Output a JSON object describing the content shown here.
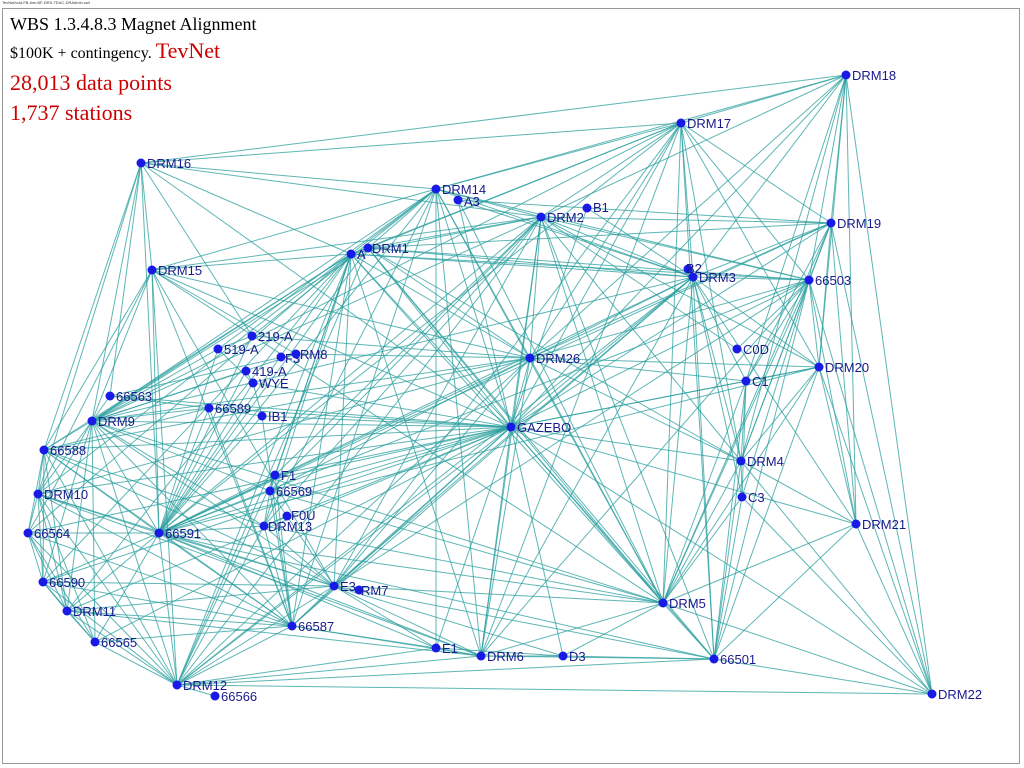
{
  "header_caption": "TevNet/cdd-FB-line-BF-DRS-TEAC-DRAdmin.cwt",
  "title": {
    "line1": "WBS 1.3.4.8.3 Magnet Alignment",
    "line2_black": "$100K + contingency.",
    "line2_red": "TevNet",
    "line3": "28,013 data points",
    "line4": "1,737 stations"
  },
  "colors": {
    "edge": "#2a9d9d",
    "node": "#1a1ae6",
    "label": "#1a1a8c",
    "accent": "#cc0000"
  },
  "nodes": [
    {
      "id": "DRM18",
      "label": "DRM18"
    },
    {
      "id": "DRM17",
      "label": "DRM17"
    },
    {
      "id": "DRM16",
      "label": "DRM16"
    },
    {
      "id": "DRM14",
      "label": "DRM14"
    },
    {
      "id": "A3",
      "label": "A3"
    },
    {
      "id": "B1",
      "label": "B1"
    },
    {
      "id": "DRM2",
      "label": "DRM2"
    },
    {
      "id": "DRM19",
      "label": "DRM19"
    },
    {
      "id": "A",
      "label": "A"
    },
    {
      "id": "DRM1",
      "label": "DRM1"
    },
    {
      "id": "DRM15",
      "label": "DRM15"
    },
    {
      "id": "B2",
      "label": "B2"
    },
    {
      "id": "DRM3",
      "label": "DRM3"
    },
    {
      "id": "66503",
      "label": "66503"
    },
    {
      "id": "219-A",
      "label": "219-A"
    },
    {
      "id": "519-A",
      "label": "519-A"
    },
    {
      "id": "F3",
      "label": "F3"
    },
    {
      "id": "RM8",
      "label": "RM8"
    },
    {
      "id": "DRM26",
      "label": "DRM26"
    },
    {
      "id": "C0D",
      "label": "C0D"
    },
    {
      "id": "419-A",
      "label": "419-A"
    },
    {
      "id": "DRM20",
      "label": "DRM20"
    },
    {
      "id": "WYE",
      "label": "WYE"
    },
    {
      "id": "C1",
      "label": "C1"
    },
    {
      "id": "66563",
      "label": "66563"
    },
    {
      "id": "66589",
      "label": "66589"
    },
    {
      "id": "IB1",
      "label": "IB1"
    },
    {
      "id": "DRM9",
      "label": "DRM9"
    },
    {
      "id": "GAZEBO",
      "label": "GAZEBO"
    },
    {
      "id": "66588",
      "label": "66588"
    },
    {
      "id": "DRM4",
      "label": "DRM4"
    },
    {
      "id": "F1",
      "label": "F1"
    },
    {
      "id": "66569",
      "label": "66569"
    },
    {
      "id": "DRM10",
      "label": "DRM10"
    },
    {
      "id": "C3",
      "label": "C3"
    },
    {
      "id": "F0U",
      "label": "F0U"
    },
    {
      "id": "DRM13",
      "label": "DRM13"
    },
    {
      "id": "66591",
      "label": "66591"
    },
    {
      "id": "66564",
      "label": "66564"
    },
    {
      "id": "DRM21",
      "label": "DRM21"
    },
    {
      "id": "66590",
      "label": "66590"
    },
    {
      "id": "E3",
      "label": "E3"
    },
    {
      "id": "RM7",
      "label": "RM7"
    },
    {
      "id": "DRM5",
      "label": "DRM5"
    },
    {
      "id": "DRM11",
      "label": "DRM11"
    },
    {
      "id": "66587",
      "label": "66587"
    },
    {
      "id": "66565",
      "label": "66565"
    },
    {
      "id": "E1",
      "label": "E1"
    },
    {
      "id": "DRM6",
      "label": "DRM6"
    },
    {
      "id": "D3",
      "label": "D3"
    },
    {
      "id": "66501",
      "label": "66501"
    },
    {
      "id": "DRM12",
      "label": "DRM12"
    },
    {
      "id": "66566",
      "label": "66566"
    },
    {
      "id": "DRM22",
      "label": "DRM22"
    }
  ]
}
